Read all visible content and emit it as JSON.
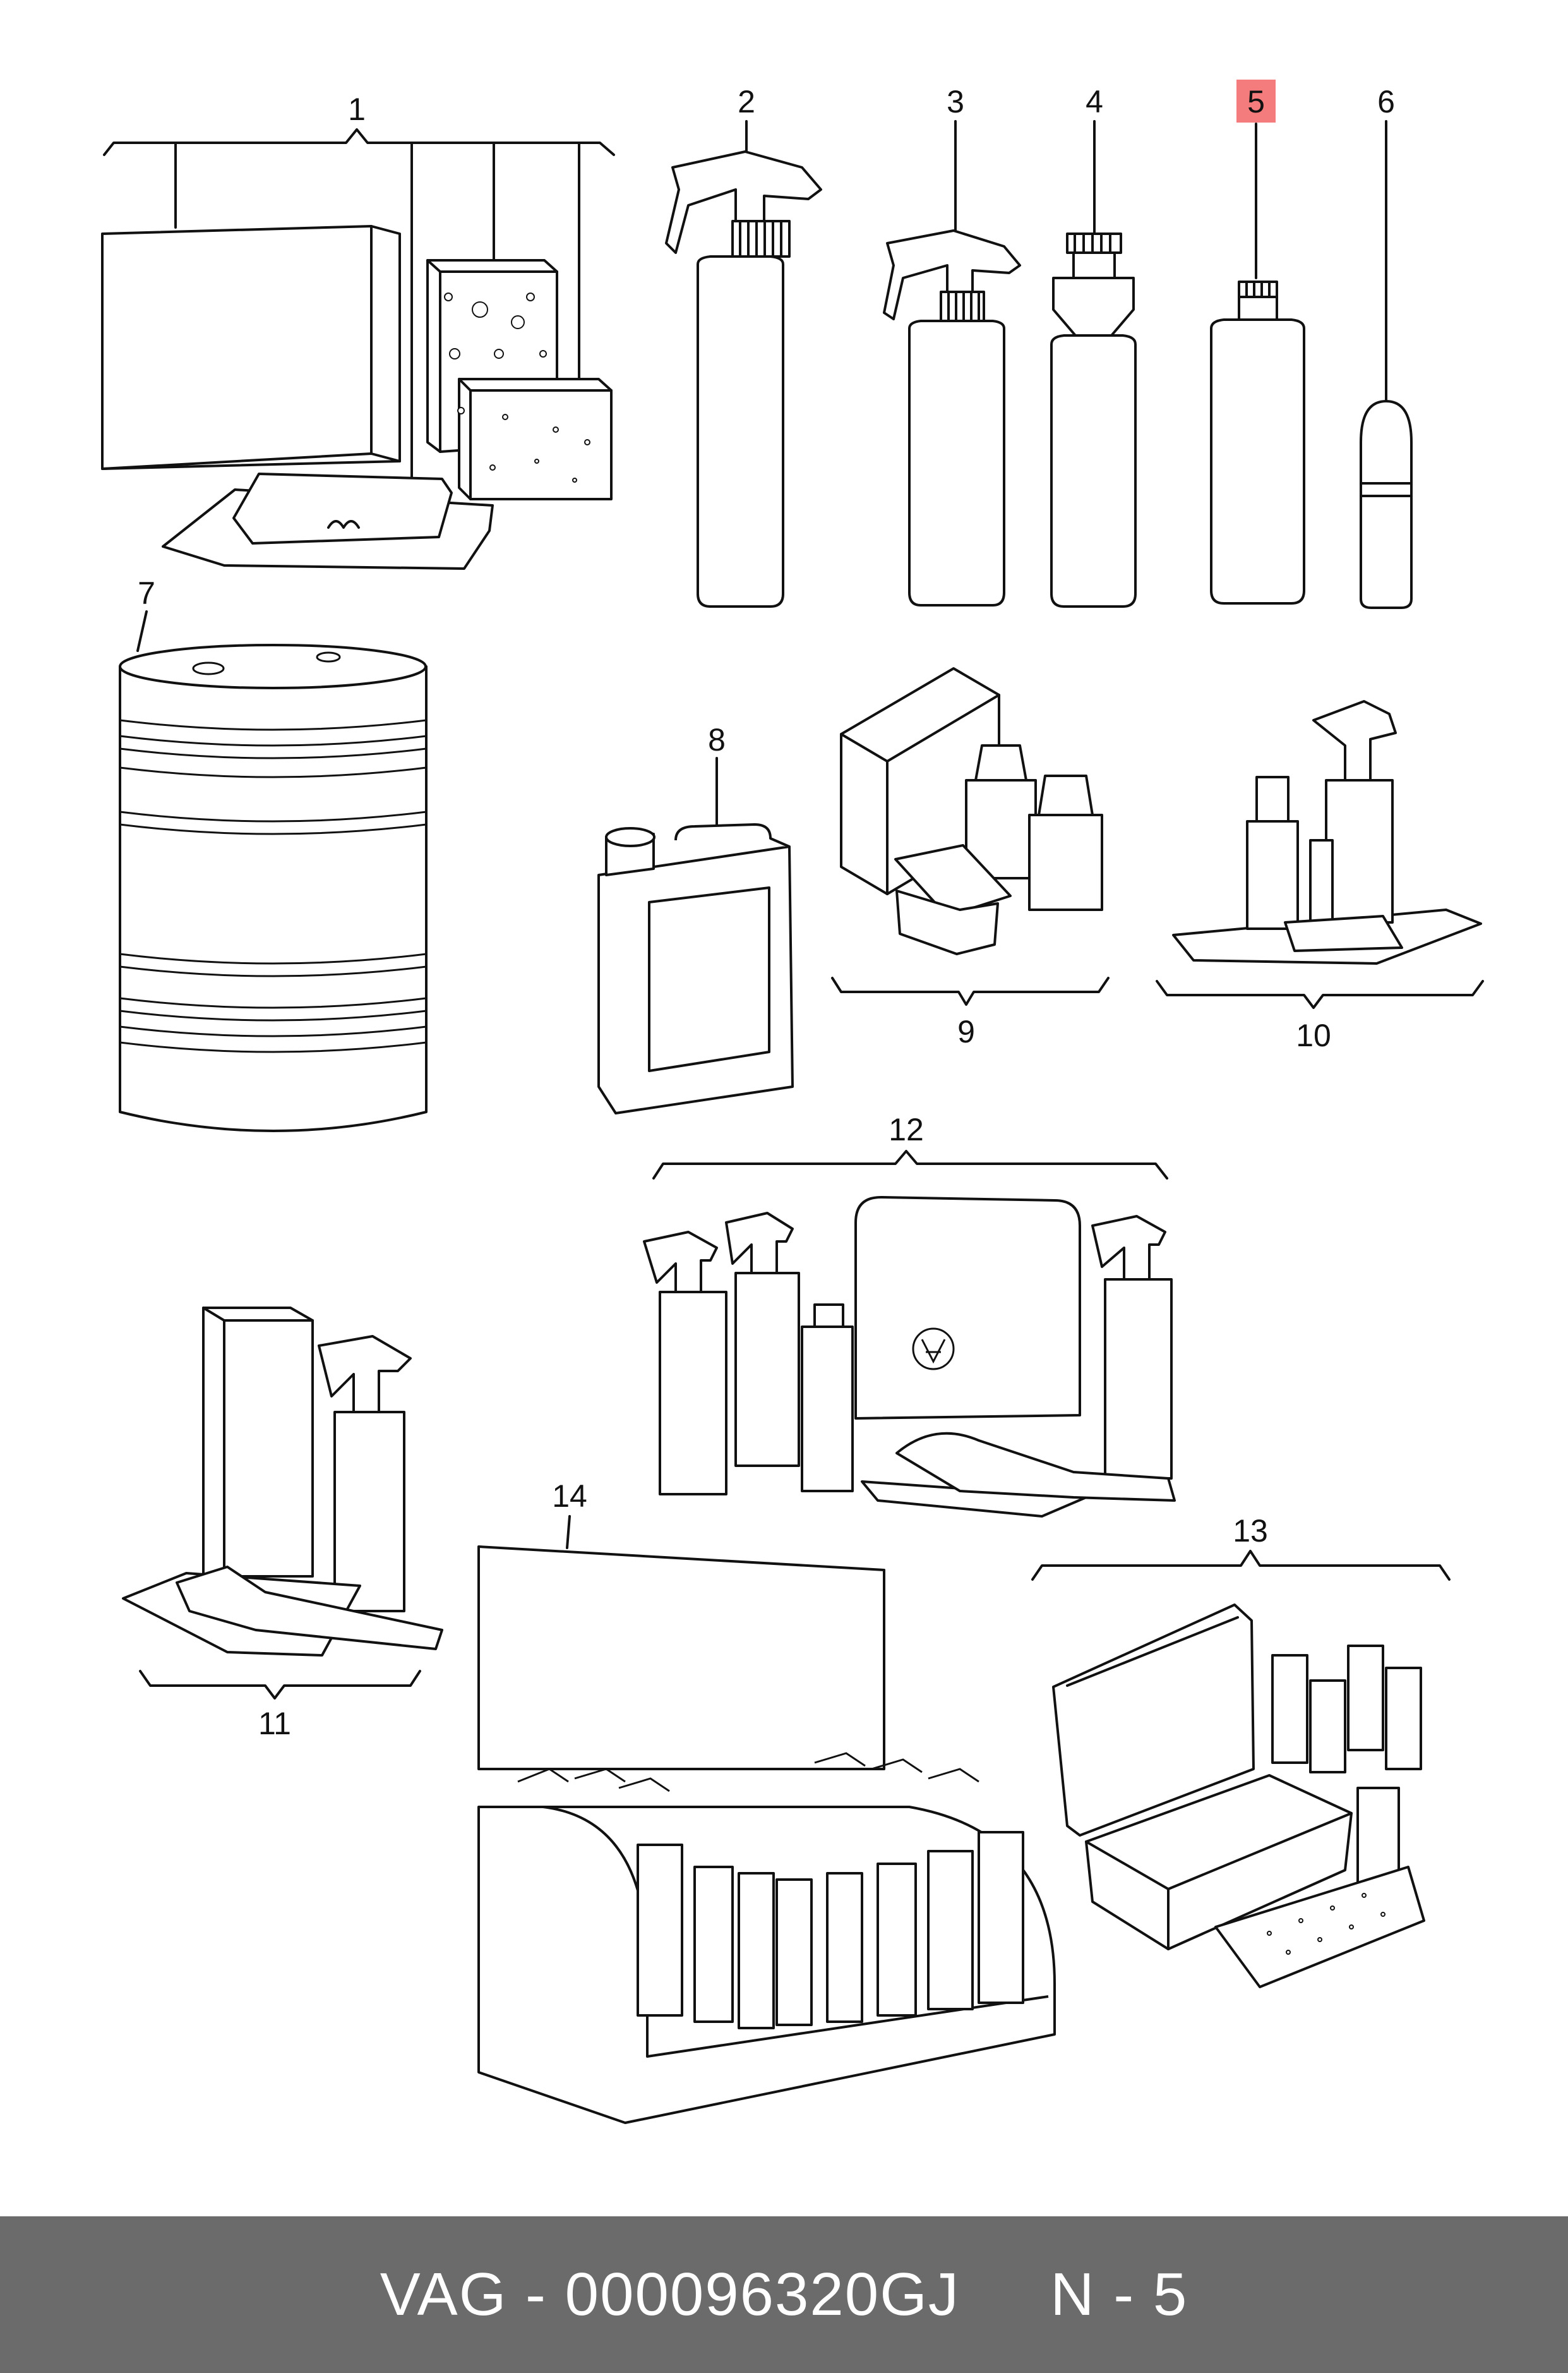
{
  "callouts": [
    {
      "id": "1",
      "label": "1"
    },
    {
      "id": "2",
      "label": "2"
    },
    {
      "id": "3",
      "label": "3"
    },
    {
      "id": "4",
      "label": "4"
    },
    {
      "id": "5",
      "label": "5",
      "highlighted": true
    },
    {
      "id": "6",
      "label": "6"
    },
    {
      "id": "7",
      "label": "7"
    },
    {
      "id": "8",
      "label": "8"
    },
    {
      "id": "9",
      "label": "9"
    },
    {
      "id": "10",
      "label": "10"
    },
    {
      "id": "11",
      "label": "11"
    },
    {
      "id": "12",
      "label": "12"
    },
    {
      "id": "13",
      "label": "13"
    },
    {
      "id": "14",
      "label": "14"
    }
  ],
  "footer": {
    "text": "VAG - 000096320GJ     N - 5"
  },
  "colors": {
    "highlight": "#f47c7c",
    "footer_bg": "#6b6b6b",
    "footer_text": "#ffffff",
    "line": "#111111"
  }
}
